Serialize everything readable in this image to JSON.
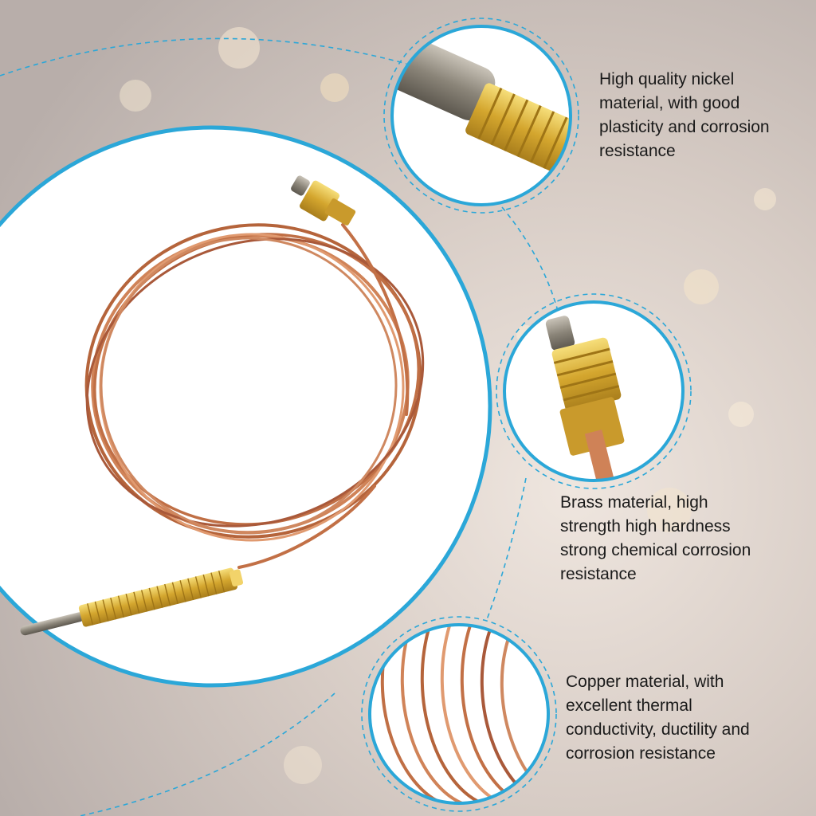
{
  "features": [
    {
      "id": "nickel",
      "lines": [
        "High quality nickel",
        "material,  with good",
        "plasticity and corrosion",
        "resistance"
      ]
    },
    {
      "id": "brass",
      "lines": [
        "Brass material, high",
        "strength high hardness",
        "strong chemical corrosion",
        "resistance"
      ]
    },
    {
      "id": "copper",
      "lines": [
        "Copper material, with",
        "excellent thermal",
        "conductivity, ductility and",
        "corrosion resistance"
      ]
    }
  ],
  "colors": {
    "accent_ring": "#2ba7d8",
    "copper": "#c97d52",
    "brass": "#d9b23c",
    "text": "#1a1a1a"
  }
}
